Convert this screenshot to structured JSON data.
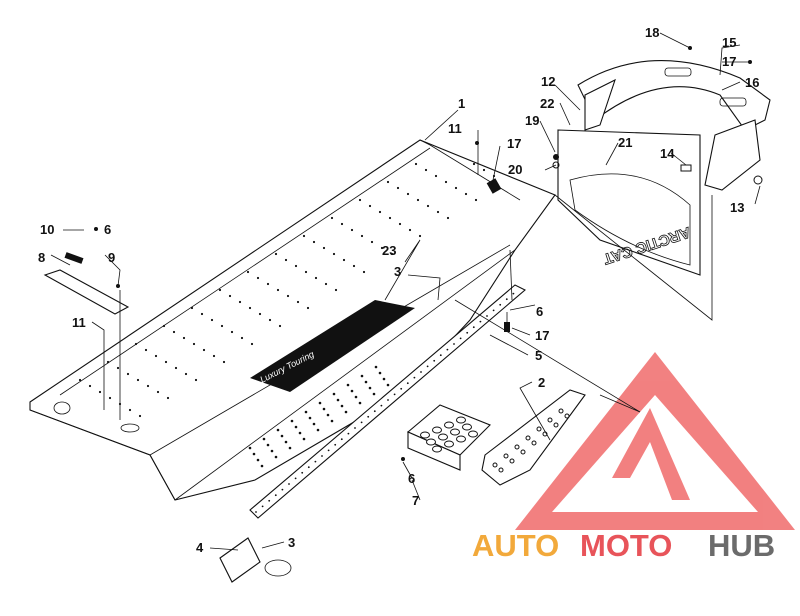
{
  "diagram": {
    "callouts": [
      "1",
      "2",
      "3",
      "3",
      "4",
      "5",
      "6",
      "6",
      "6",
      "7",
      "8",
      "9",
      "10",
      "11",
      "11",
      "12",
      "13",
      "14",
      "15",
      "16",
      "17",
      "17",
      "17",
      "18",
      "19",
      "20",
      "21",
      "22",
      "23"
    ]
  },
  "decals": {
    "luxury_touring": "Luxury Touring",
    "arctic_cat": "ARCTIC CAT"
  },
  "watermark": {
    "part1": "AUTO",
    "part2": "MOTO",
    "part3": "HUB",
    "colors": {
      "orange": "#f2a93b",
      "red": "#e8545a",
      "gray": "#6b6b6b"
    }
  }
}
